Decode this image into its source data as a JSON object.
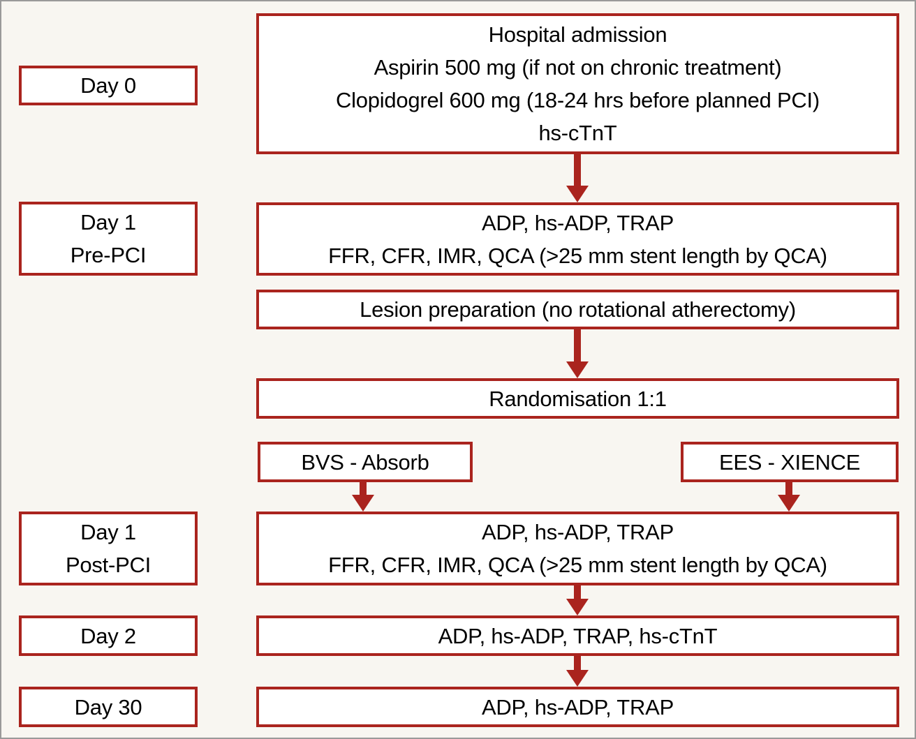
{
  "figure": {
    "accent_red": "#aa241e",
    "background": "#f8f6f1",
    "box_fill": "#ffffff",
    "frame_border": "#9a9a9a",
    "text_color": "#000000"
  },
  "timeline": {
    "day0": {
      "label": "Day 0"
    },
    "day1_pre": {
      "line1": "Day 1",
      "line2": "Pre-PCI"
    },
    "day1_post": {
      "line1": "Day 1",
      "line2": "Post-PCI"
    },
    "day2": {
      "label": "Day 2"
    },
    "day30": {
      "label": "Day 30"
    }
  },
  "flow": {
    "admission": {
      "line1": "Hospital admission",
      "line2": "Aspirin 500 mg (if not on chronic treatment)",
      "line3": "Clopidogrel 600 mg (18-24 hrs before planned PCI)",
      "line4": "hs-cTnT"
    },
    "pre_pci_tests": {
      "line1": "ADP, hs-ADP, TRAP",
      "line2": "FFR, CFR, IMR, QCA (>25 mm stent length by QCA)"
    },
    "lesion_prep": {
      "line1": "Lesion preparation (no rotational atherectomy)"
    },
    "randomisation": {
      "line1": "Randomisation 1:1"
    },
    "arm_bvs": {
      "line1": "BVS - Absorb"
    },
    "arm_ees": {
      "line1": "EES - XIENCE"
    },
    "post_pci_tests": {
      "line1": "ADP, hs-ADP, TRAP",
      "line2": "FFR, CFR, IMR, QCA (>25 mm stent length by QCA)"
    },
    "day2_tests": {
      "line1": "ADP, hs-ADP, TRAP, hs-cTnT"
    },
    "day30_tests": {
      "line1": "ADP, hs-ADP, TRAP"
    }
  }
}
